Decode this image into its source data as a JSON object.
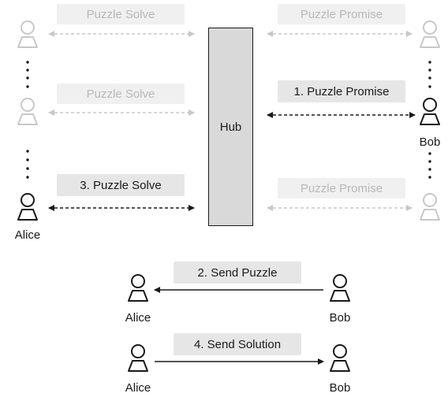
{
  "hub": {
    "label": "Hub"
  },
  "top_left": {
    "ghost_label_1": "Puzzle Solve",
    "ghost_label_2": "Puzzle Solve",
    "active_label": "3. Puzzle Solve",
    "alice_label": "Alice"
  },
  "top_right": {
    "ghost_label_1": "Puzzle Promise",
    "active_label": "1. Puzzle Promise",
    "ghost_label_2": "Puzzle Promise",
    "bob_label": "Bob"
  },
  "bottom": {
    "send_puzzle": {
      "label": "2. Send Puzzle",
      "from": "Bob",
      "to": "Alice"
    },
    "send_solution": {
      "label": "4. Send Solution",
      "from": "Alice",
      "to": "Bob"
    }
  },
  "colors": {
    "active": "#1a1a1a",
    "ghost": "#c8c8c8",
    "label_bg": "#e6e6e6",
    "hub_fill": "#d9d9d9"
  }
}
